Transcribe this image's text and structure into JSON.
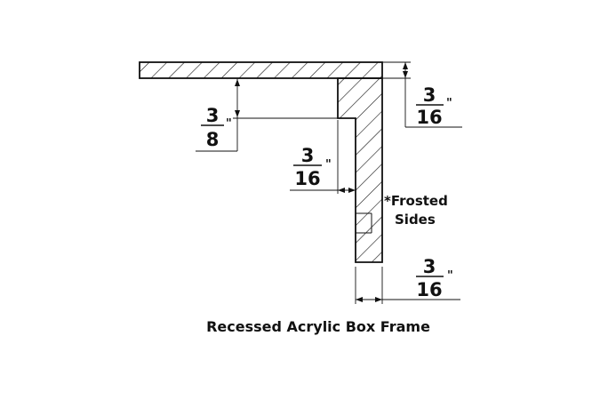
{
  "colors": {
    "line": "#111111",
    "background": "#ffffff"
  },
  "dimensions": {
    "top_right": {
      "numerator": "3",
      "denominator": "16",
      "unit": "\""
    },
    "left": {
      "numerator": "3",
      "denominator": "8",
      "unit": "\""
    },
    "middle": {
      "numerator": "3",
      "denominator": "16",
      "unit": "\""
    },
    "bottom_right": {
      "numerator": "3",
      "denominator": "16",
      "unit": "\""
    }
  },
  "note": {
    "line1": "*Frosted",
    "line2": "Sides"
  },
  "caption": "Recessed Acrylic Box Frame"
}
